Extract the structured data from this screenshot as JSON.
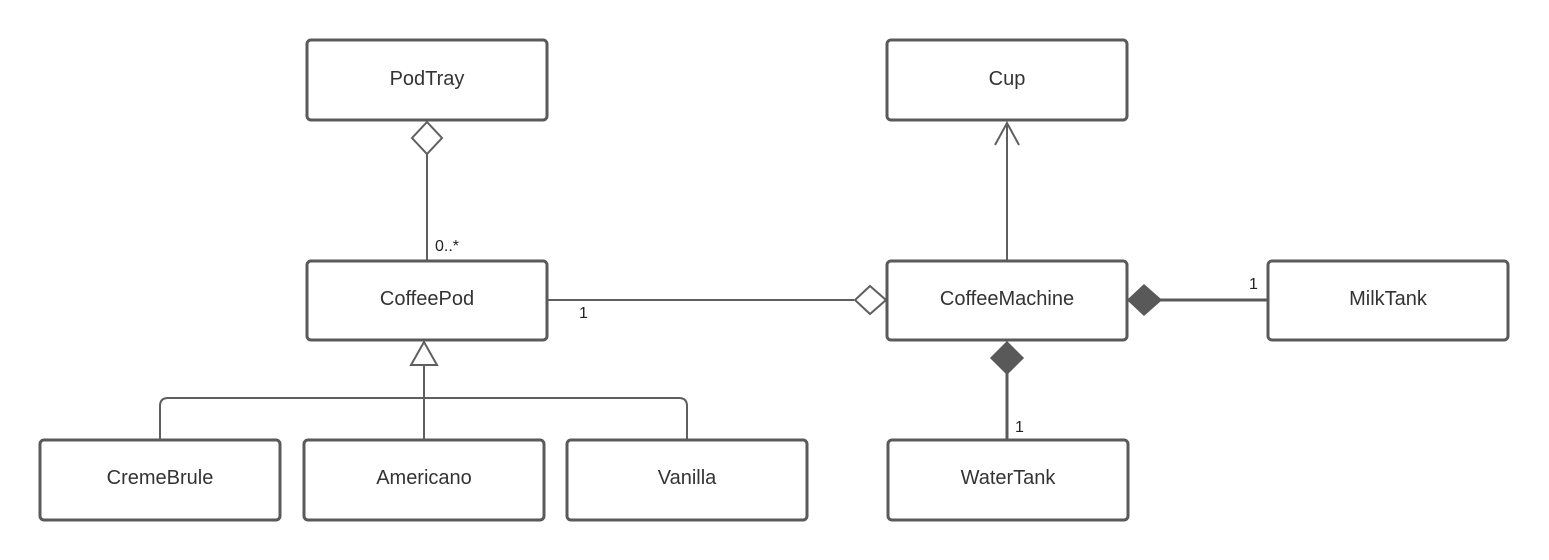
{
  "classes": {
    "podtray": "PodTray",
    "cup": "Cup",
    "coffeepod": "CoffeePod",
    "coffeemachine": "CoffeeMachine",
    "milktank": "MilkTank",
    "cremebrule": "CremeBrule",
    "americano": "Americano",
    "vanilla": "Vanilla",
    "watertank": "WaterTank"
  },
  "multiplicities": {
    "podtray_coffeepod": "0..*",
    "coffeepod_coffeemachine": "1",
    "milktank_coffeemachine": "1",
    "watertank_coffeemachine": "1"
  },
  "relationships": [
    {
      "from": "CoffeePod",
      "to": "PodTray",
      "kind": "aggregation"
    },
    {
      "from": "CoffeePod",
      "to": "CoffeeMachine",
      "kind": "aggregation"
    },
    {
      "from": "CoffeeMachine",
      "to": "Cup",
      "kind": "association"
    },
    {
      "from": "MilkTank",
      "to": "CoffeeMachine",
      "kind": "composition"
    },
    {
      "from": "WaterTank",
      "to": "CoffeeMachine",
      "kind": "composition"
    },
    {
      "from": "CremeBrule",
      "to": "CoffeePod",
      "kind": "generalization"
    },
    {
      "from": "Americano",
      "to": "CoffeePod",
      "kind": "generalization"
    },
    {
      "from": "Vanilla",
      "to": "CoffeePod",
      "kind": "generalization"
    }
  ],
  "colors": {
    "line": "#5f5f5f",
    "box_border": "#5a5a5a",
    "text": "#333333",
    "filled_diamond": "#595959"
  }
}
